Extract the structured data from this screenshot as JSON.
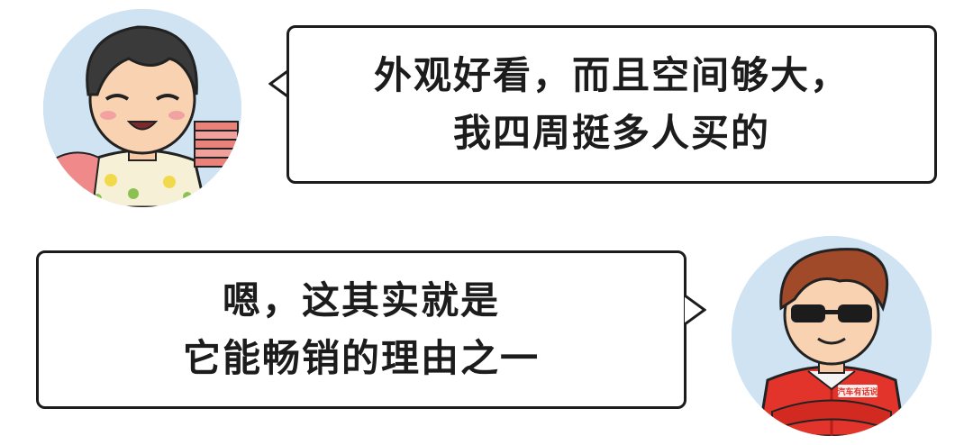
{
  "bubble_top": {
    "line1": "外观好看，而且空间够大，",
    "line2": "我四周挺多人买的"
  },
  "bubble_bottom": {
    "line1": "嗯，这其实就是",
    "line2": "它能畅销的理由之一"
  },
  "avatar_right": {
    "shirt_badge": "汽车有话说"
  },
  "colors": {
    "avatar_bg": "#cfe3f2",
    "bubble_border": "#1c1c1c",
    "text": "#1c1c1c",
    "jacket_red": "#e2342b"
  }
}
